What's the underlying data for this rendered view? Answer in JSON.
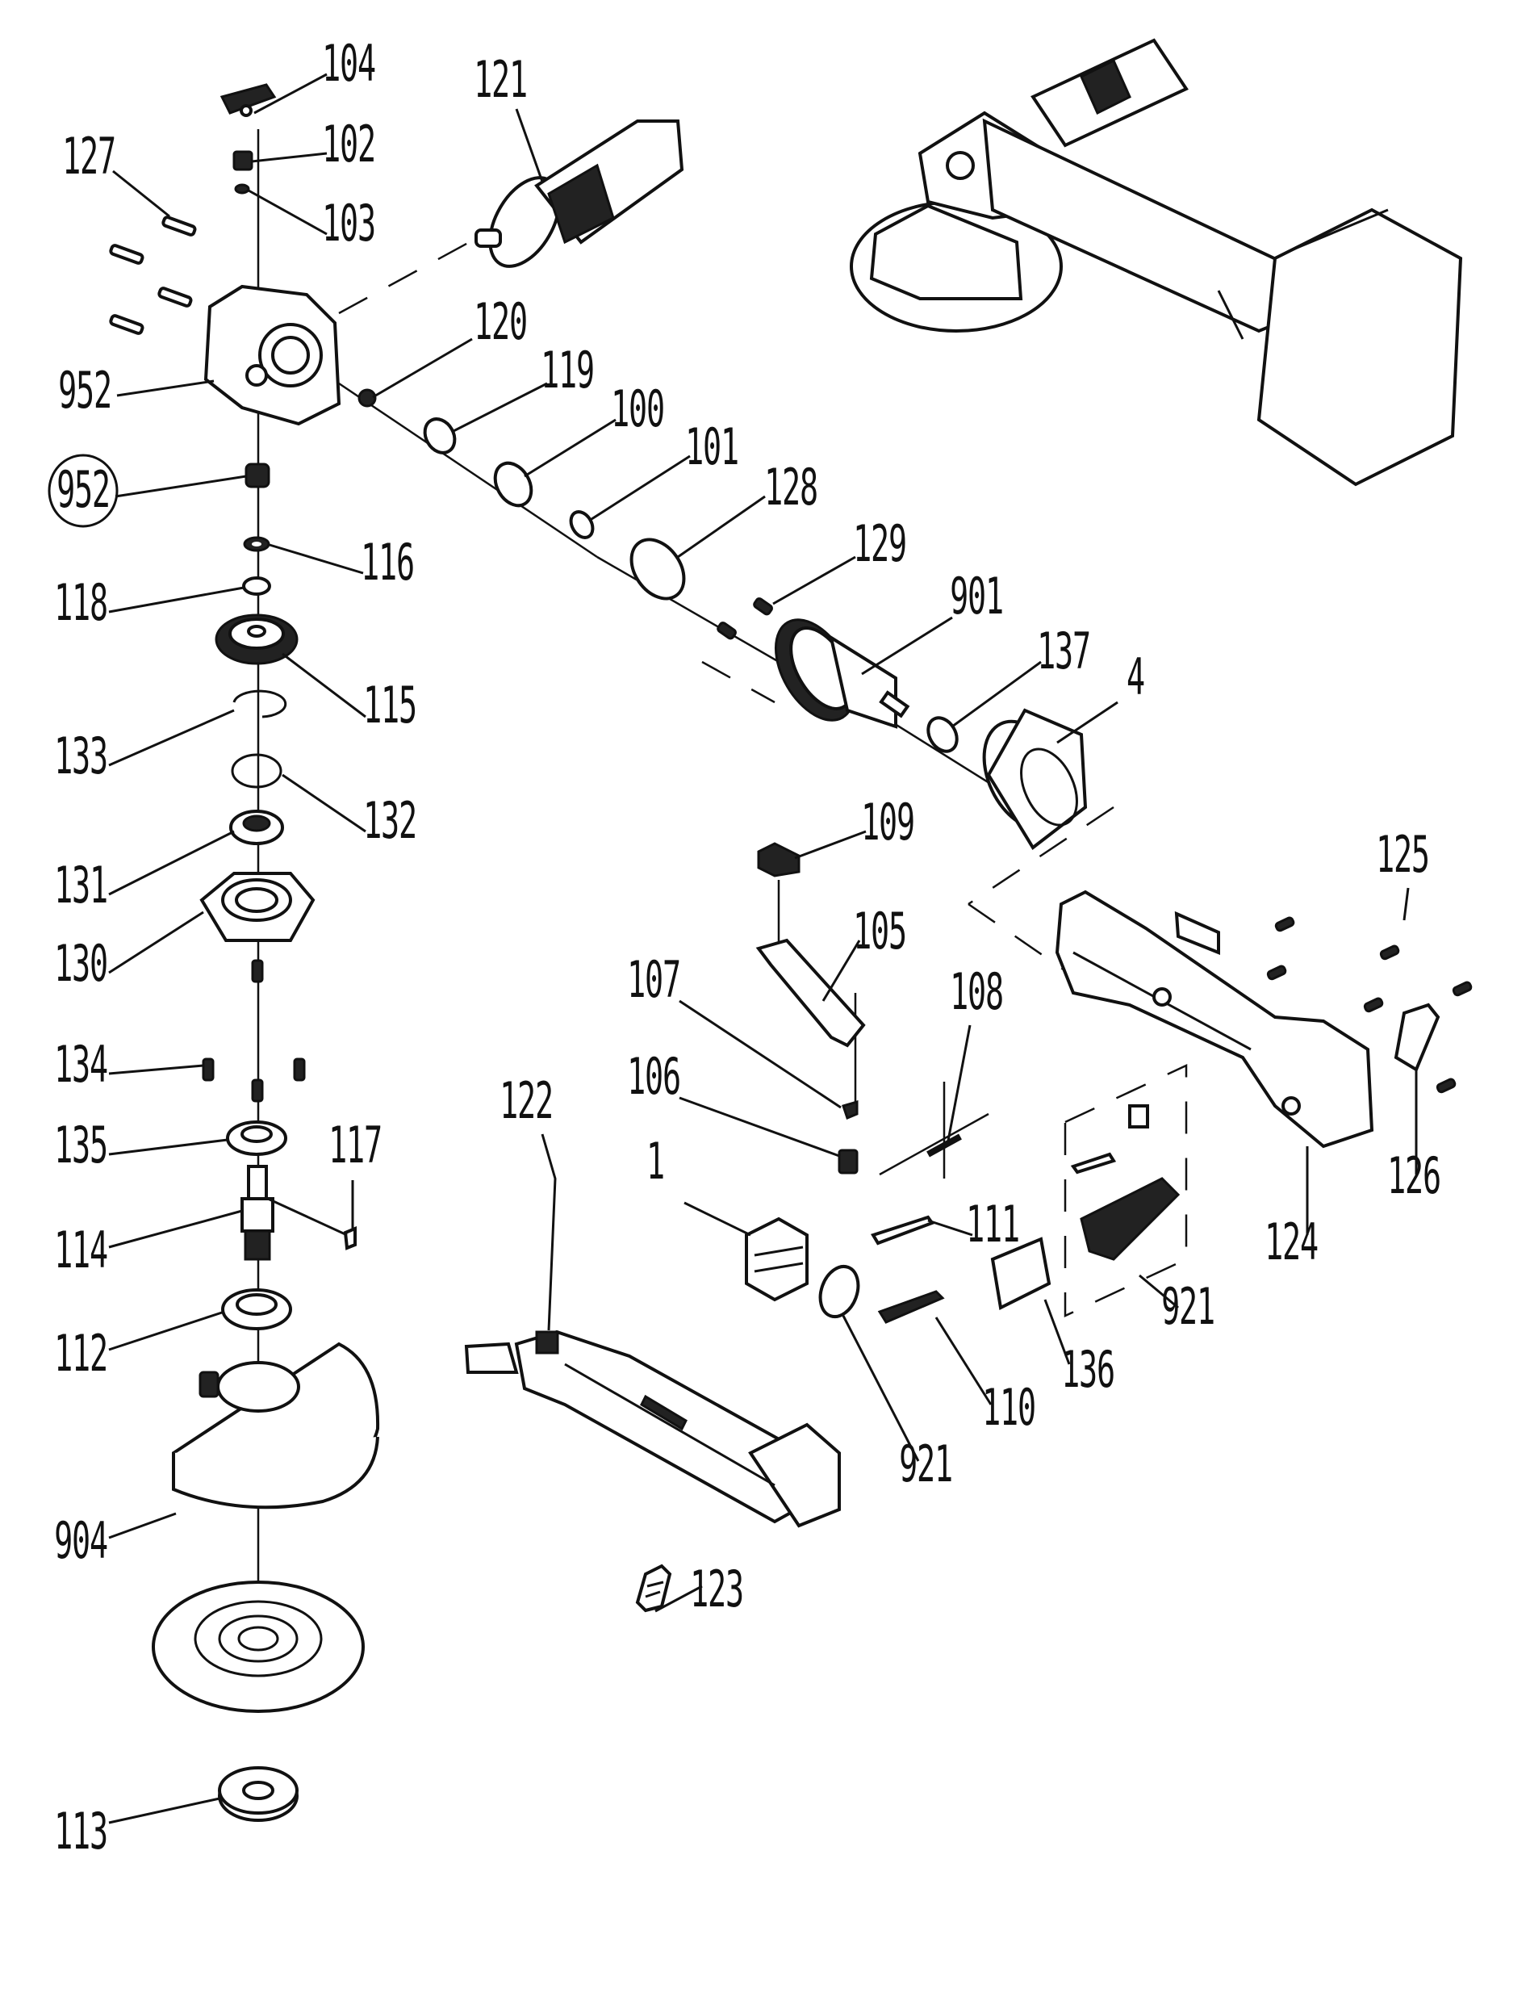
{
  "diagram": {
    "title": "Cordless angle grinder exploded parts view",
    "labels": [
      {
        "id": "104",
        "text": "104",
        "part": "spindle-lock-button"
      },
      {
        "id": "102",
        "text": "102",
        "part": "spring"
      },
      {
        "id": "103",
        "text": "103",
        "part": "pin"
      },
      {
        "id": "127",
        "text": "127",
        "part": "screws"
      },
      {
        "id": "121",
        "text": "121",
        "part": "auxiliary-handle"
      },
      {
        "id": "952",
        "text": "952",
        "part": "gear-housing"
      },
      {
        "id": "952c",
        "text": "952",
        "part": "needle-bearing",
        "circled": true
      },
      {
        "id": "120",
        "text": "120",
        "part": "nut"
      },
      {
        "id": "119",
        "text": "119",
        "part": "pinion-gear"
      },
      {
        "id": "100",
        "text": "100",
        "part": "bearing"
      },
      {
        "id": "101",
        "text": "101",
        "part": "washer"
      },
      {
        "id": "128",
        "text": "128",
        "part": "bearing-plate"
      },
      {
        "id": "129",
        "text": "129",
        "part": "screws"
      },
      {
        "id": "901",
        "text": "901",
        "part": "rotor"
      },
      {
        "id": "137",
        "text": "137",
        "part": "bearing"
      },
      {
        "id": "4",
        "text": "4",
        "part": "stator"
      },
      {
        "id": "116",
        "text": "116",
        "part": "lock-washer"
      },
      {
        "id": "118",
        "text": "118",
        "part": "washer"
      },
      {
        "id": "115",
        "text": "115",
        "part": "bevel-gear"
      },
      {
        "id": "133",
        "text": "133",
        "part": "circlip"
      },
      {
        "id": "132",
        "text": "132",
        "part": "o-ring"
      },
      {
        "id": "131",
        "text": "131",
        "part": "ball-bearing"
      },
      {
        "id": "130",
        "text": "130",
        "part": "bearing-cover"
      },
      {
        "id": "134",
        "text": "134",
        "part": "screws"
      },
      {
        "id": "135",
        "text": "135",
        "part": "seal-washer"
      },
      {
        "id": "117",
        "text": "117",
        "part": "key"
      },
      {
        "id": "114",
        "text": "114",
        "part": "spindle"
      },
      {
        "id": "112",
        "text": "112",
        "part": "inner-flange"
      },
      {
        "id": "904",
        "text": "904",
        "part": "wheel-guard"
      },
      {
        "id": "113",
        "text": "113",
        "part": "outer-flange-nut"
      },
      {
        "id": "109",
        "text": "109",
        "part": "switch-slider"
      },
      {
        "id": "105",
        "text": "105",
        "part": "switch-rod"
      },
      {
        "id": "107",
        "text": "107",
        "part": "spring"
      },
      {
        "id": "106",
        "text": "106",
        "part": "switch-actuator"
      },
      {
        "id": "108",
        "text": "108",
        "part": "pin"
      },
      {
        "id": "122",
        "text": "122",
        "part": "left-housing"
      },
      {
        "id": "1",
        "text": "1",
        "part": "switch"
      },
      {
        "id": "111",
        "text": "111",
        "part": "pcb-bracket"
      },
      {
        "id": "110",
        "text": "110",
        "part": "led-board"
      },
      {
        "id": "921a",
        "text": "921",
        "part": "speed-dial"
      },
      {
        "id": "136",
        "text": "136",
        "part": "battery-terminal"
      },
      {
        "id": "921b",
        "text": "921",
        "part": "control-module"
      },
      {
        "id": "123",
        "text": "123",
        "part": "indicator-lens"
      },
      {
        "id": "124",
        "text": "124",
        "part": "right-housing"
      },
      {
        "id": "125",
        "text": "125",
        "part": "screws"
      },
      {
        "id": "126",
        "text": "126",
        "part": "indicator-lens"
      }
    ]
  }
}
